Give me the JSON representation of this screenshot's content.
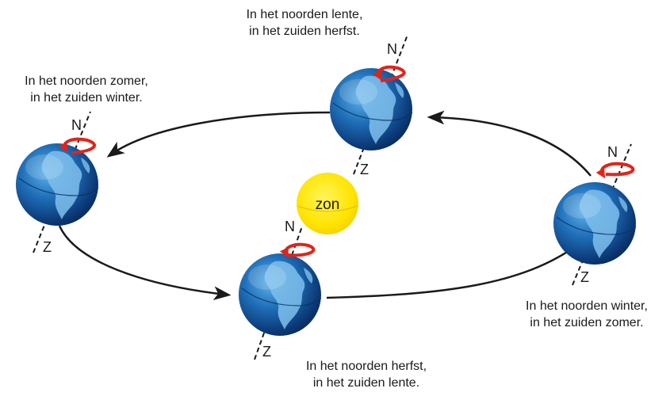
{
  "sun": {
    "label": "zon",
    "color": "#ffe400"
  },
  "pole_labels": {
    "north": "N",
    "south": "Z"
  },
  "colors": {
    "orbit": "#1a1a1a",
    "rotation_arrow": "#e2231a",
    "ocean": "#1f6fb8",
    "land": "#7fc0ec"
  },
  "captions": {
    "top": {
      "line1": "In het noorden lente,",
      "line2": "in het zuiden herfst."
    },
    "left": {
      "line1": "In het noorden zomer,",
      "line2": "in het zuiden winter."
    },
    "right": {
      "line1": "In het noorden winter,",
      "line2": "in het zuiden zomer."
    },
    "bottom": {
      "line1": "In het noorden herfst,",
      "line2": "in het zuiden lente."
    }
  },
  "icons": [
    "globe-icon",
    "rotation-arrow-icon",
    "orbit-arrow-icon",
    "sun-icon"
  ]
}
